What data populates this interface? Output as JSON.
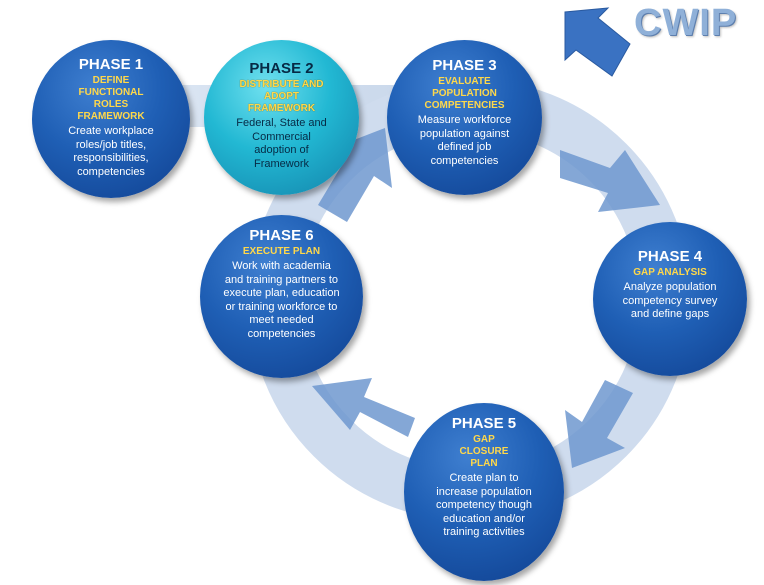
{
  "logo": {
    "text": "CWIP"
  },
  "colors": {
    "phase_blue": "#1f5fb5",
    "phase_teal": "#22b8d3",
    "subtitle_yellow": "#ffd84a",
    "ring": "#c9d8ec",
    "arrow": "#2e62b0"
  },
  "phases": [
    {
      "title": "PHASE 1",
      "subtitle": "DEFINE FUNCTIONAL ROLES FRAMEWORK",
      "description": "Create workplace roles/job titles, responsibilities, competencies"
    },
    {
      "title": "PHASE 2",
      "subtitle": "DISTRIBUTE AND ADOPT FRAMEWORK",
      "description": "Federal, State and Commercial adoption of Framework"
    },
    {
      "title": "PHASE 3",
      "subtitle": "EVALUATE POPULATION COMPETENCIES",
      "description": "Measure workforce population against defined job competencies"
    },
    {
      "title": "PHASE 4",
      "subtitle": "GAP ANALYSIS",
      "description": "Analyze population competency survey and define gaps"
    },
    {
      "title": "PHASE 5",
      "subtitle": "GAP CLOSURE PLAN",
      "description": "Create plan to increase population competency though education and/or training activities"
    },
    {
      "title": "PHASE 6",
      "subtitle": "EXECUTE PLAN",
      "description": "Work with academia and training partners to execute plan, education or training workforce to meet needed competencies"
    }
  ]
}
